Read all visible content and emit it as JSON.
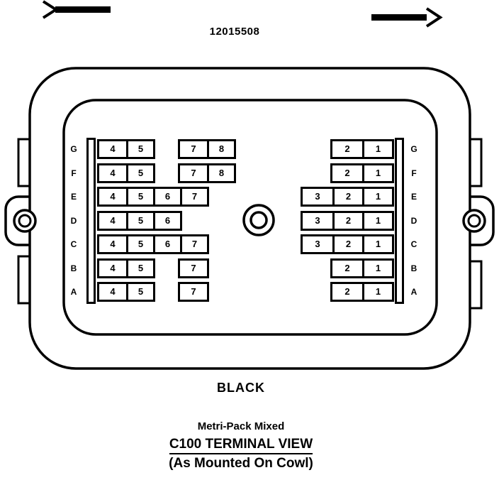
{
  "part_number": "12015508",
  "footer": {
    "color_label": "BLACK",
    "pack_type": "Metri-Pack Mixed",
    "title": "C100 TERMINAL VIEW",
    "subtitle": "(As Mounted On Cowl)"
  },
  "colors": {
    "line": "#000000",
    "background": "#ffffff"
  },
  "connector": {
    "left_rows": [
      {
        "label": "G",
        "blocks": [
          [
            "4",
            "5"
          ],
          [
            "7",
            "8"
          ]
        ]
      },
      {
        "label": "F",
        "blocks": [
          [
            "4",
            "5"
          ],
          [
            "7",
            "8"
          ]
        ]
      },
      {
        "label": "E",
        "blocks": [
          [
            "4",
            "5",
            "6",
            "7"
          ]
        ]
      },
      {
        "label": "D",
        "blocks": [
          [
            "4",
            "5",
            "6"
          ]
        ]
      },
      {
        "label": "C",
        "blocks": [
          [
            "4",
            "5",
            "6",
            "7"
          ]
        ]
      },
      {
        "label": "B",
        "blocks": [
          [
            "4",
            "5"
          ],
          [
            "7"
          ]
        ]
      },
      {
        "label": "A",
        "blocks": [
          [
            "4",
            "5"
          ],
          [
            "7"
          ]
        ]
      }
    ],
    "right_rows": [
      {
        "label": "G",
        "blocks": [
          [
            "2",
            "1"
          ]
        ]
      },
      {
        "label": "F",
        "blocks": [
          [
            "2",
            "1"
          ]
        ]
      },
      {
        "label": "E",
        "blocks": [
          [
            "3",
            "2",
            "1"
          ]
        ]
      },
      {
        "label": "D",
        "blocks": [
          [
            "3",
            "2",
            "1"
          ]
        ]
      },
      {
        "label": "C",
        "blocks": [
          [
            "3",
            "2",
            "1"
          ]
        ]
      },
      {
        "label": "B",
        "blocks": [
          [
            "2",
            "1"
          ]
        ]
      },
      {
        "label": "A",
        "blocks": [
          [
            "2",
            "1"
          ]
        ]
      }
    ]
  }
}
